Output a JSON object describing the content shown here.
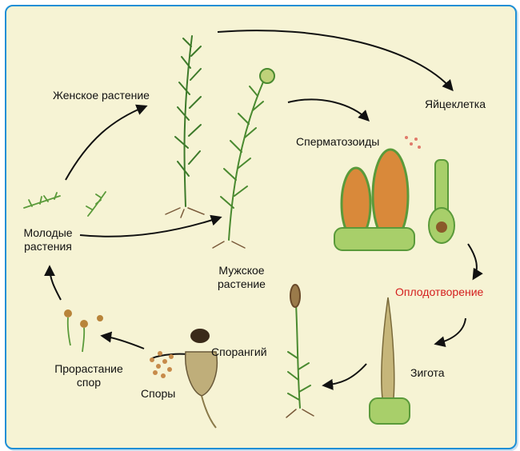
{
  "labels": {
    "female_plant": "Женское растение",
    "egg_cell": "Яйцеклетка",
    "sperm": "Сперматозоиды",
    "young_plants_1": "Молодые",
    "young_plants_2": "растения",
    "male_plant_1": "Мужское",
    "male_plant_2": "растение",
    "fertilization": "Оплодотворение",
    "zygote": "Зигота",
    "sporangium": "Спорангий",
    "spores": "Споры",
    "germination_1": "Прорастание",
    "germination_2": "спор"
  },
  "colors": {
    "frame": "#1d8fd6",
    "background": "#f6f3d4",
    "accent_red": "#d41e1e",
    "plant_green": "#3d7a2a",
    "stem_green": "#5a9a3a",
    "antheridium_orange": "#d9893a"
  }
}
